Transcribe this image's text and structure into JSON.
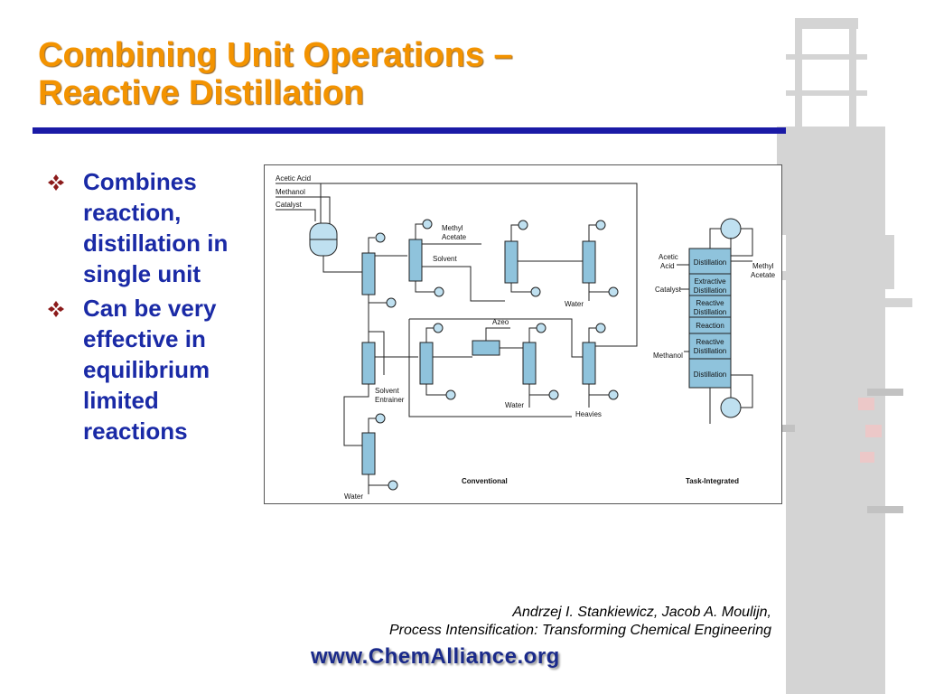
{
  "slide": {
    "title_line1": "Combining Unit Operations –",
    "title_line2": "Reactive Distillation",
    "bullets": [
      "Combines reaction, distillation in single unit",
      "Can be very effective in equilibrium limited reactions"
    ],
    "citation_line1": "Andrzej I. Stankiewicz, Jacob A. Moulijn,",
    "citation_line2": "Process Intensification: Transforming Chemical Engineering",
    "website": "www.ChemAlliance.org",
    "colors": {
      "title": "#f39300",
      "rule": "#1a1aa6",
      "bullet_text": "#1a2aa6",
      "bullet_icon": "#8b1a1a"
    },
    "bullet_icon": "diamond-cluster-icon"
  },
  "diagram": {
    "conventional": {
      "caption": "Conventional",
      "labels": {
        "acetic_acid": "Acetic Acid",
        "methanol": "Methanol",
        "catalyst": "Catalyst",
        "methyl": "Methyl",
        "acetate": "Acetate",
        "solvent": "Solvent",
        "water_1": "Water",
        "azeo": "Azeo",
        "solvent2": "Solvent",
        "entrainer": "Entrainer",
        "water_2": "Water",
        "heavies": "Heavies",
        "water_3": "Water"
      }
    },
    "integrated": {
      "caption": "Task-Integrated",
      "feed_acetic_1": "Acetic",
      "feed_acetic_2": "Acid",
      "feed_catalyst": "Catalyst",
      "feed_methanol": "Methanol",
      "product_1": "Methyl",
      "product_2": "Acetate",
      "sections": [
        [
          "Distillation"
        ],
        [
          "Extractive",
          "Distillation"
        ],
        [
          "Reactive",
          "Distillation"
        ],
        [
          "Reaction"
        ],
        [
          "Reactive",
          "Distillation"
        ],
        [
          "Distillation"
        ]
      ]
    }
  }
}
